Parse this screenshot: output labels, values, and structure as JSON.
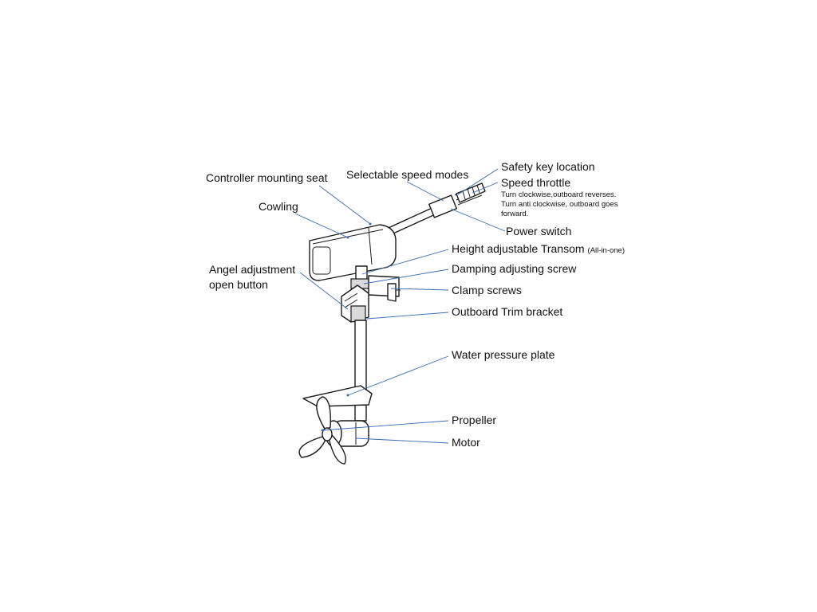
{
  "labels": {
    "controller_mounting_seat": "Controller mounting seat",
    "selectable_speed_modes": "Selectable speed modes",
    "safety_key_location": "Safety key location",
    "speed_throttle": "Speed throttle",
    "throttle_note_1": "Turn clockwise,outboard reverses.",
    "throttle_note_2": "Turn anti clockwise, outboard goes",
    "throttle_note_3": "forward.",
    "cowling": "Cowling",
    "power_switch": "Power switch",
    "height_adjustable_transom": "Height adjustable Transom",
    "all_in_one": "(All-in-one)",
    "angel_adjustment_1": "Angel adjustment",
    "angel_adjustment_2": "open button",
    "damping_adjusting_screw": "Damping adjusting screw",
    "clamp_screws": "Clamp screws",
    "outboard_trim_bracket": "Outboard Trim bracket",
    "water_pressure_plate": "Water pressure plate",
    "propeller": "Propeller",
    "motor": "Motor"
  },
  "colors": {
    "leader_line": "#3a6bb5",
    "outline": "#1a1a1a",
    "background": "#ffffff"
  }
}
